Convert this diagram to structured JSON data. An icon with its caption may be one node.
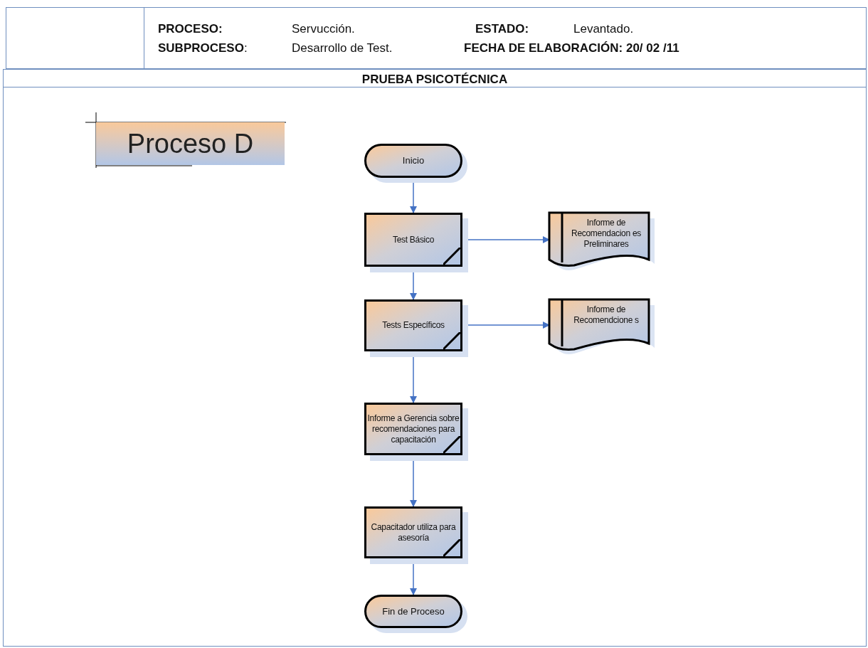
{
  "diagram": {
    "title": "PRUEBA PSICOTÉCNICA",
    "nodes": [
      {
        "text": [
          "Proceso D"
        ]
      },
      {
        "text": [
          "Inicio"
        ]
      },
      {
        "text": [
          "Test Básico"
        ]
      },
      {
        "text": [
          "Informe de Recomendacion es Preliminares"
        ]
      },
      {
        "text": [
          "Tests Específicos"
        ]
      },
      {
        "text": [
          "Informe de Recomendcione s"
        ]
      },
      {
        "text": [
          "Informe a Gerencia sobre recomendaciones para capacitación"
        ]
      },
      {
        "text": [
          "Capacitador utiliza para asesoría"
        ]
      },
      {
        "text": [
          "Fin de Proceso"
        ]
      }
    ],
    "edges": [
      {
        "from": 1,
        "to": 2,
        "arrow": "to"
      },
      {
        "from": 2,
        "to": 3,
        "arrow": "to"
      },
      {
        "from": 2,
        "to": 4,
        "arrow": "to"
      },
      {
        "from": 4,
        "to": 5,
        "arrow": "to"
      },
      {
        "from": 4,
        "to": 6,
        "arrow": "to"
      },
      {
        "from": 6,
        "to": 7,
        "arrow": "to"
      },
      {
        "from": 7,
        "to": 8,
        "arrow": "to"
      }
    ],
    "labels": [
      "PROCESO:",
      "Servucción.",
      "ESTADO:",
      "Levantado.",
      "**SUBPROCESO**:",
      "Desarrollo de Test.",
      "FECHA DE ELABORACIÓN: 20/ 02 /11"
    ]
  }
}
